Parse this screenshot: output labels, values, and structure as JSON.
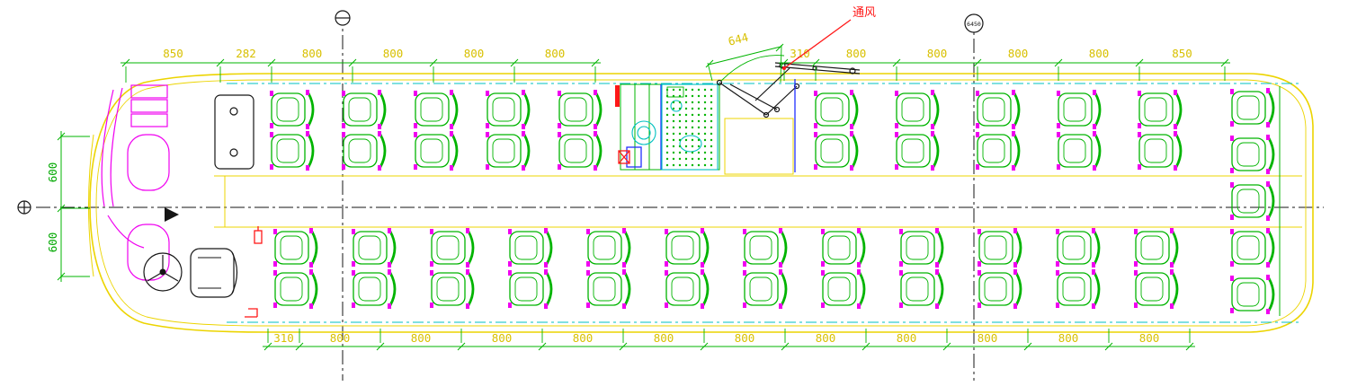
{
  "drawing": {
    "type": "bus-seating-floor-plan",
    "dims": {
      "top_left": [
        "850",
        "282",
        "800",
        "800",
        "800",
        "800"
      ],
      "door_angled": "644",
      "top_right": [
        "310",
        "800",
        "800",
        "800",
        "800",
        "850"
      ],
      "bottom": [
        "310",
        "800",
        "800",
        "800",
        "800",
        "800",
        "800",
        "800",
        "800",
        "800",
        "800",
        "800"
      ],
      "left_vertical": [
        "600",
        "600"
      ]
    },
    "labels": {
      "ventilation": "通风",
      "datum_value": "6450"
    },
    "colors": {
      "outline_yellow": "#ffff00",
      "dimension_green": "#00ff00",
      "detail_magenta": "#ff00ff",
      "trim_cyan": "#00ffff",
      "marker_red": "#ff0000",
      "partition_blue": "#0000ff",
      "line_black": "#000000",
      "background": "#ffffff"
    }
  }
}
